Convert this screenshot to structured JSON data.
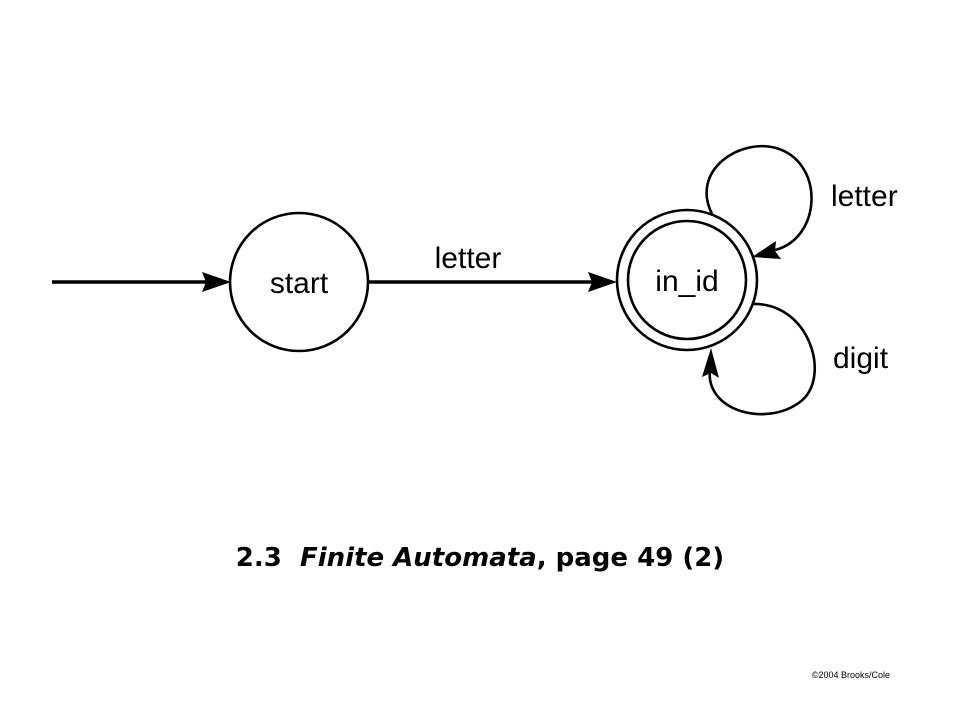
{
  "diagram": {
    "states": {
      "start": {
        "label": "start"
      },
      "in_id": {
        "label": "in_id",
        "accepting": true
      }
    },
    "transitions": {
      "start_to_in_id": {
        "label": "letter"
      },
      "in_id_self_letter": {
        "label": "letter"
      },
      "in_id_self_digit": {
        "label": "digit"
      }
    },
    "colors": {
      "ink": "#000000",
      "background": "#ffffff"
    }
  },
  "caption": {
    "section": "2.3",
    "title": "Finite Automata",
    "rest": ", page 49 (2)"
  },
  "footer": {
    "copyright": "©2004 Brooks/Cole"
  }
}
